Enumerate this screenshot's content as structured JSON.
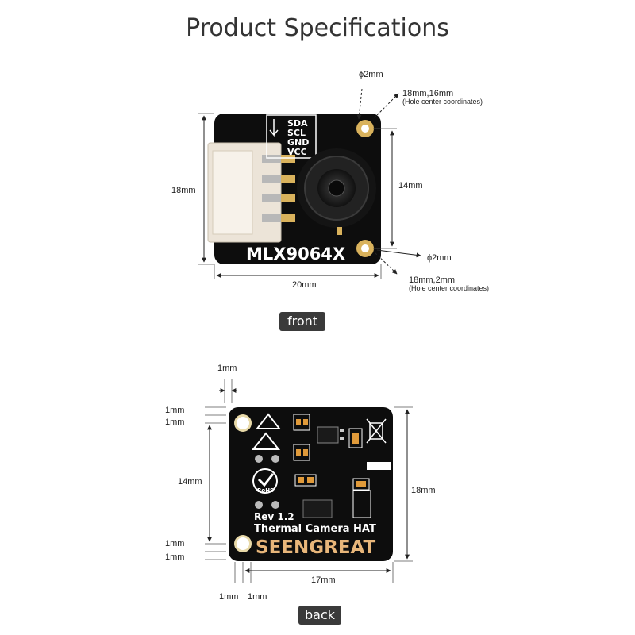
{
  "title": "Product Specifications",
  "front": {
    "label": "front",
    "width_label": "20mm",
    "height_label": "18mm",
    "inner_height_label": "14mm",
    "hole_top_diameter": "ϕ2mm",
    "hole_top_coord": "18mm,16mm",
    "hole_top_coord_note": "(Hole center coordinates)",
    "hole_bottom_diameter": "ϕ2mm",
    "hole_bottom_coord": "18mm,2mm",
    "hole_bottom_coord_note": "(Hole center coordinates)",
    "pins": [
      "SDA",
      "SCL",
      "GND",
      "VCC"
    ],
    "model": "MLX9064X"
  },
  "back": {
    "label": "back",
    "top_offset_label": "1mm",
    "left_top_1": "1mm",
    "left_top_2": "1mm",
    "left_middle": "14mm",
    "left_bottom_1": "1mm",
    "left_bottom_2": "1mm",
    "right_height": "18mm",
    "bottom_width": "17mm",
    "bottom_left_1": "1mm",
    "bottom_left_2": "1mm",
    "rev": "Rev 1.2",
    "product_name": "Thermal Camera HAT",
    "brand": "SEENGREAT",
    "rohs": "RoHS"
  },
  "colors": {
    "pcb": "#0d0d0d",
    "gold": "#d9b25c",
    "brand": "#e8b67a",
    "connector": "#ece4d8"
  }
}
